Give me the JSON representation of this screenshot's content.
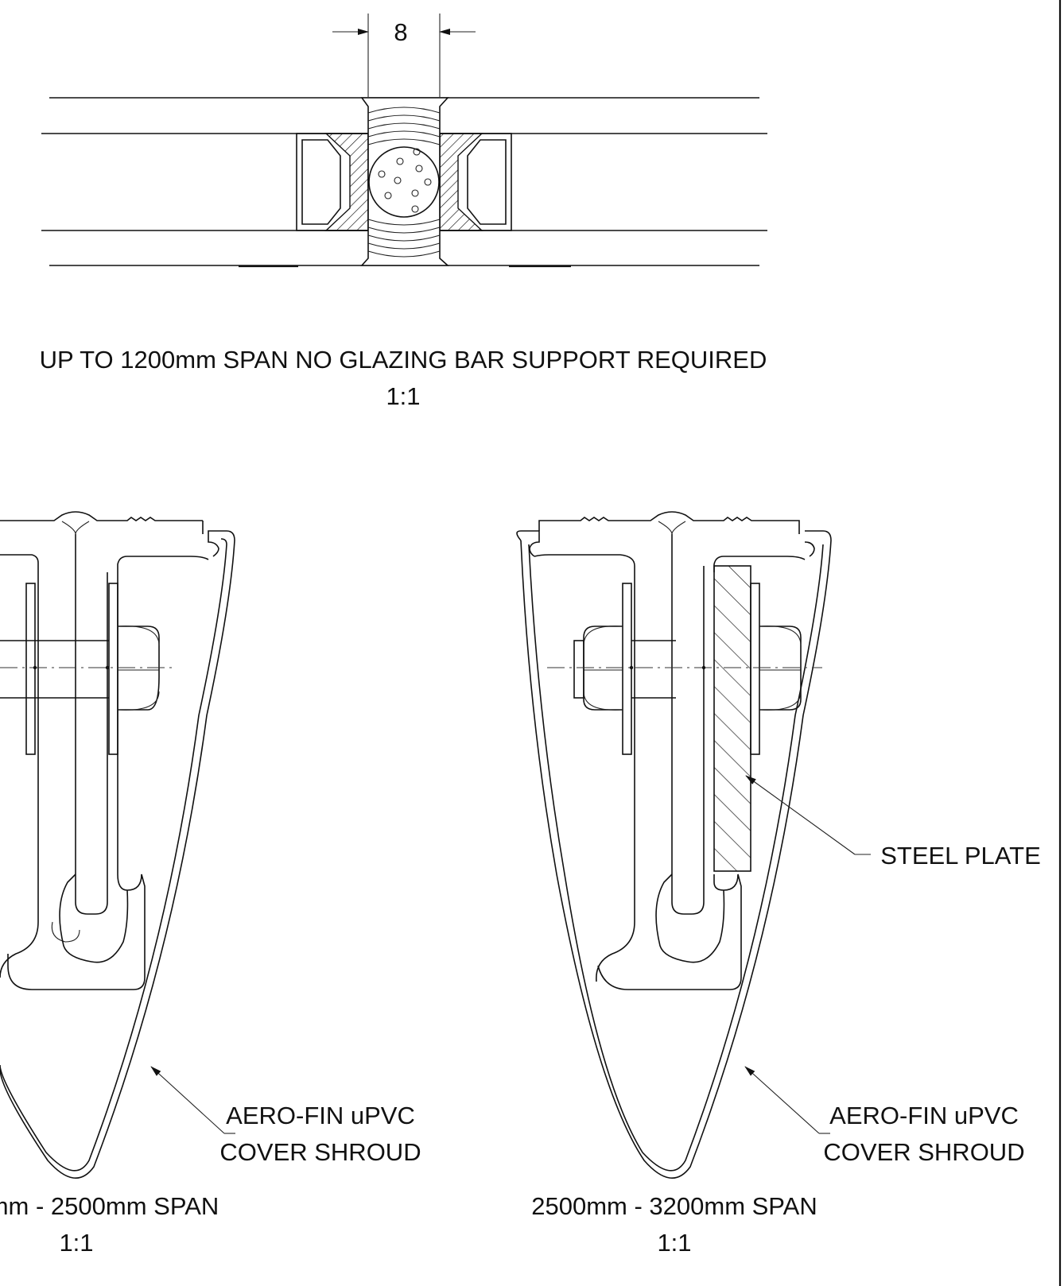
{
  "top_detail": {
    "dimension": "8",
    "caption": "UP TO 1200mm SPAN NO GLAZING BAR SUPPORT REQUIRED",
    "scale": "1:1"
  },
  "left_detail": {
    "callout": [
      "AERO-FIN uPVC",
      "COVER SHROUD"
    ],
    "caption": "mm - 2500mm SPAN",
    "scale": "1:1"
  },
  "right_detail": {
    "callout_plate": "STEEL PLATE",
    "callout": [
      "AERO-FIN uPVC",
      "COVER SHROUD"
    ],
    "caption": "2500mm - 3200mm SPAN",
    "scale": "1:1"
  }
}
